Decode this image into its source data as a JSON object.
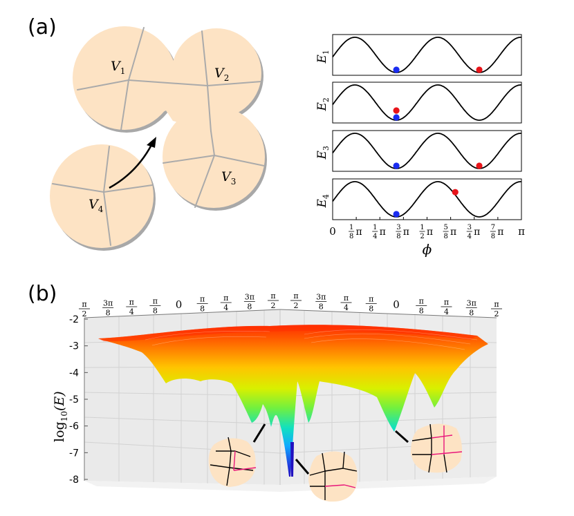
{
  "panel_a": {
    "label": "(a)",
    "cells": [
      {
        "name": "V",
        "sub": "1"
      },
      {
        "name": "V",
        "sub": "2"
      },
      {
        "name": "V",
        "sub": "3"
      },
      {
        "name": "V",
        "sub": "4"
      }
    ]
  },
  "chart_data": [
    {
      "type": "line",
      "title": "",
      "xlabel": "ϕ",
      "x_ticks": [
        "0",
        "1/8 π",
        "1/4 π",
        "3/8 π",
        "1/2 π",
        "5/8 π",
        "3/4 π",
        "7/8 π",
        "π"
      ],
      "xlim": [
        0,
        3.14159
      ],
      "series": [
        {
          "ylabel": "E1",
          "blue_x": 1.06,
          "red_x": 2.44
        },
        {
          "ylabel": "E2",
          "blue_x": 1.06,
          "red_x": 1.06
        },
        {
          "ylabel": "E3",
          "blue_x": 1.06,
          "red_x": 2.44
        },
        {
          "ylabel": "E4",
          "blue_x": 1.06,
          "red_x": 2.04
        }
      ],
      "colors": {
        "blue": "#1a2cf0",
        "red": "#e8141a"
      }
    },
    {
      "type": "area",
      "title": "",
      "ylabel": "log10(E)",
      "y_ticks": [
        "-2",
        "-3",
        "-4",
        "-5",
        "-6",
        "-7",
        "-8"
      ],
      "ylim": [
        -8,
        -2
      ],
      "x_ticks_left": [
        "π/2",
        "3π/8",
        "π/4",
        "π/8",
        "0",
        "π/8",
        "π/4",
        "3π/8",
        "π/2"
      ],
      "x_ticks_right": [
        "π/2",
        "3π/8",
        "π/4",
        "π/8",
        "0",
        "π/8",
        "π/4",
        "3π/8",
        "π/2"
      ]
    }
  ],
  "panel_b": {
    "label": "(b)",
    "ylabel_main": "log",
    "ylabel_sub": "10",
    "ylabel_arg": "(E)"
  }
}
